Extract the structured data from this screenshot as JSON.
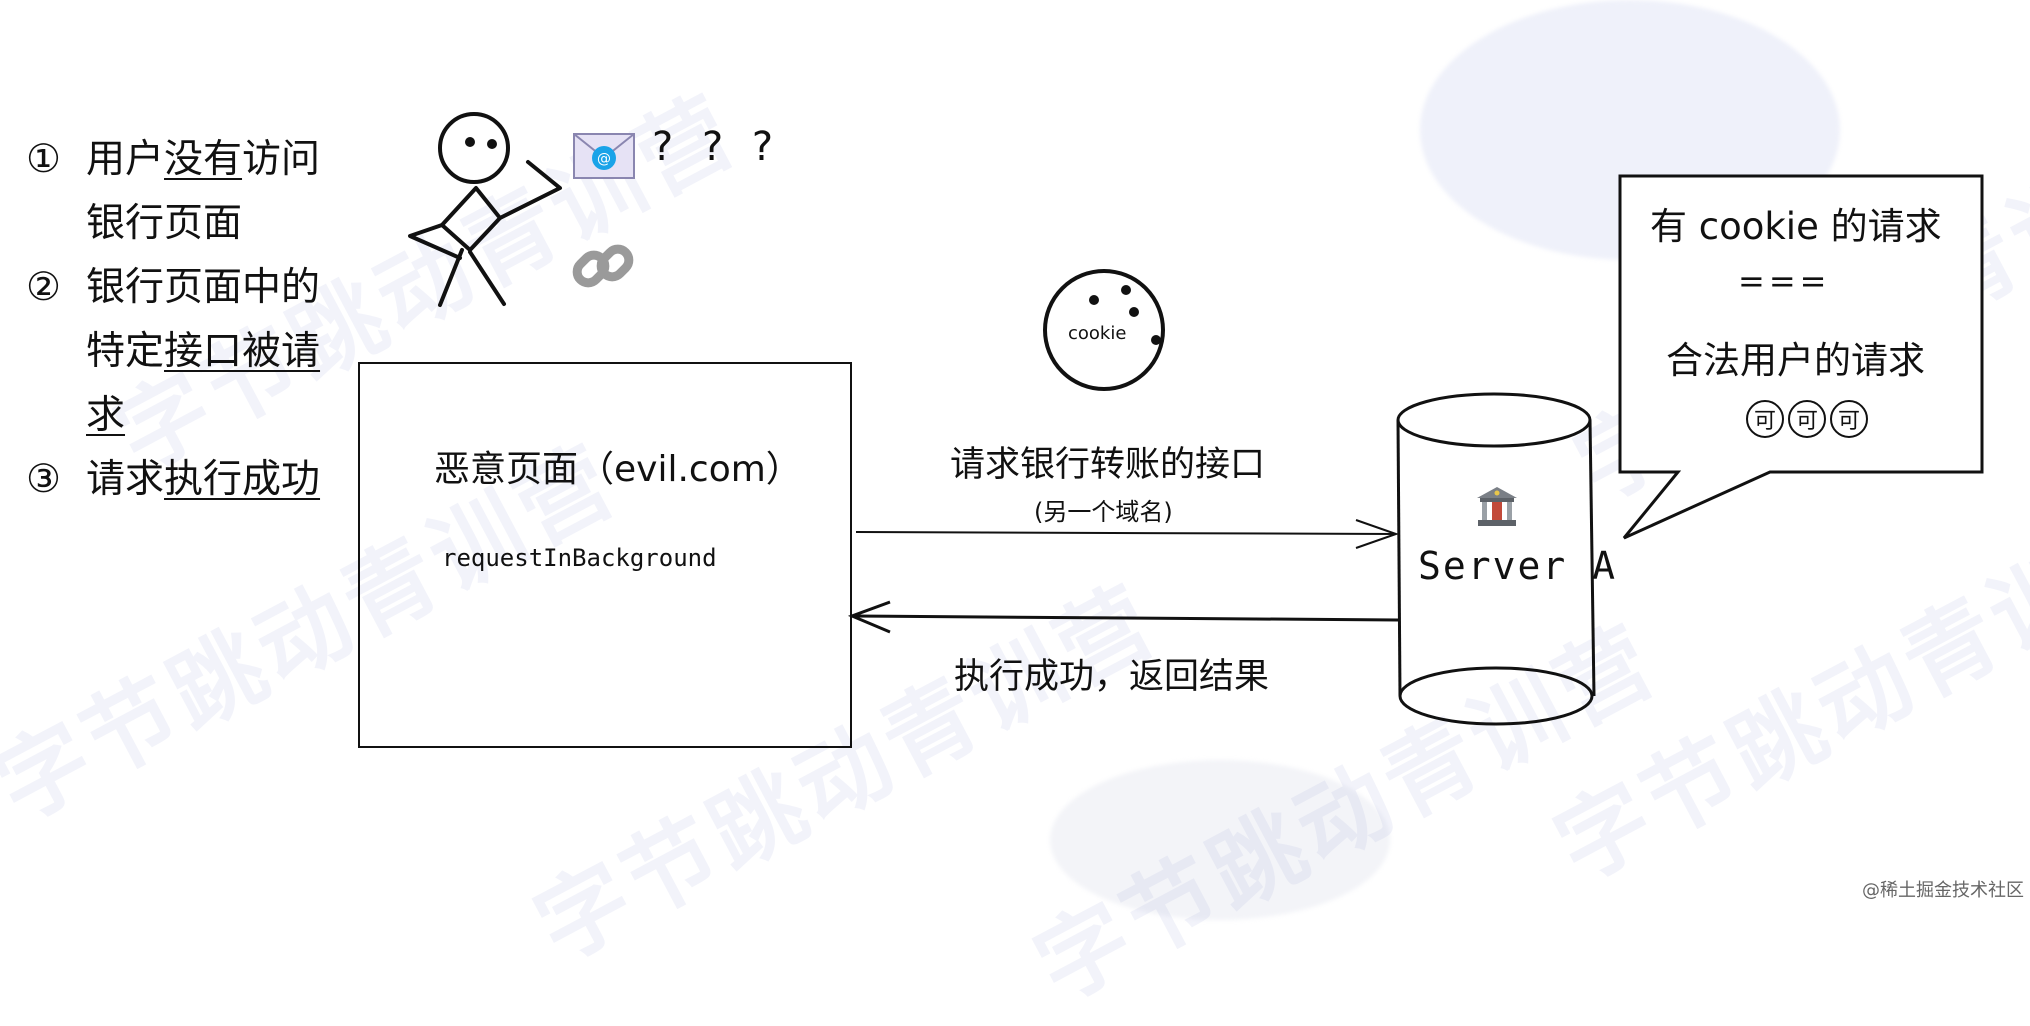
{
  "steps": [
    {
      "num": "①",
      "pre": "用户",
      "u": "没有",
      "post": "访问",
      "line2": "银行页面"
    },
    {
      "num": "②",
      "line1": "银行页面中的",
      "pre": "特定",
      "u": "接口被请",
      "line3": "求"
    },
    {
      "num": "③",
      "pre": "请求",
      "u": "执行成功"
    }
  ],
  "question_marks": "? ? ?",
  "cookie_label": "cookie",
  "evil_page": {
    "title": "恶意页面（evil.com）",
    "code": "requestInBackground"
  },
  "request": {
    "label": "请求银行转账的接口",
    "sub": "(另一个域名)"
  },
  "response_label": "执行成功，返回结果",
  "server_label": "Server A",
  "bubble": {
    "line1": "有 cookie 的请求",
    "line2": "===",
    "line3": "合法用户的请求",
    "laugh": [
      "可",
      "可",
      "可"
    ]
  },
  "watermark": "字节跳动青训营",
  "footer": "@稀土掘金技术社区"
}
